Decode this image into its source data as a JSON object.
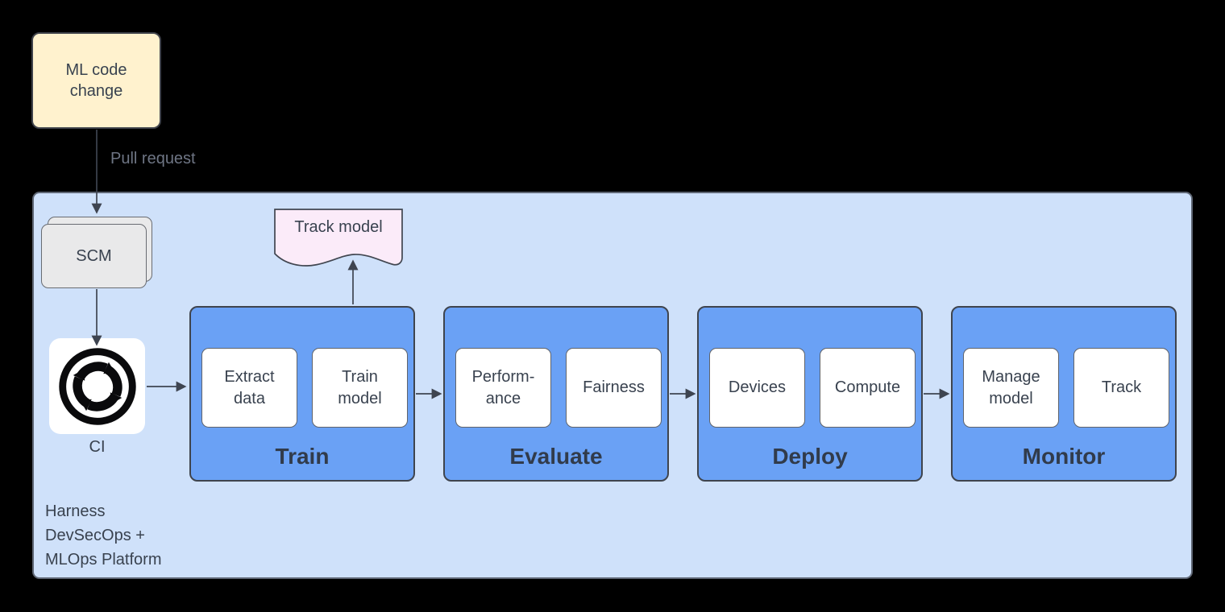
{
  "source": {
    "label": "ML code\nchange"
  },
  "flow": {
    "pull_request_label": "Pull request"
  },
  "platform": {
    "caption": "Harness\nDevSecOps +\nMLOps Platform",
    "scm": {
      "label": "SCM"
    },
    "ci": {
      "label": "CI",
      "icon": "ci-cycle-arrows-icon"
    },
    "track_doc": {
      "label": "Track model"
    },
    "stages": [
      {
        "title": "Train",
        "items": [
          "Extract\ndata",
          "Train\nmodel"
        ]
      },
      {
        "title": "Evaluate",
        "items": [
          "Perform-\nance",
          "Fairness"
        ]
      },
      {
        "title": "Deploy",
        "items": [
          "Devices",
          "Compute"
        ]
      },
      {
        "title": "Monitor",
        "items": [
          "Manage\nmodel",
          "Track"
        ]
      }
    ]
  },
  "colors": {
    "background": "#000000",
    "platform_fill": "#CFE1FA",
    "platform_border": "#5F6775",
    "stage_fill": "#6AA1F5",
    "stage_border": "#3F444D",
    "item_fill": "#FFFFFF",
    "item_border": "#60646B",
    "source_fill": "#FFF2CE",
    "source_border": "#40434B",
    "scm_fill": "#E9E9EA",
    "scm_border": "#696C72",
    "doc_fill": "#FBEBF9",
    "doc_border": "#414650",
    "arrow": "#3E4450",
    "title_text": "#313B4B",
    "label_text": "#39424F",
    "muted_text": "#6E7584",
    "icon": "#0A0A0C"
  }
}
